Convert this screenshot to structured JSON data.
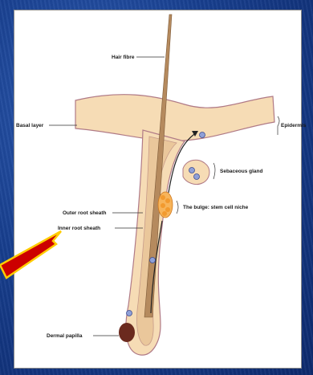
{
  "labels": {
    "hair_fibre": "Hair fibre",
    "basal_layer": "Basal layer",
    "epidermis": "Epidermis",
    "sebaceous_gland": "Sebaceous gland",
    "bulge": "The bulge: stem cell niche",
    "outer_root_sheath": "Outer root sheath",
    "inner_root_sheath": "Inner root sheath",
    "dermal_papilla": "Dermal papilla"
  },
  "colors": {
    "tissue_fill": "#f6dcb5",
    "tissue_stroke": "#b07a86",
    "hair_fill": "#b58a5e",
    "arrow_fill": "#cc0000",
    "stem_cells": "#f29a2e",
    "cell_blue": "#5a6db5",
    "papilla": "#6b2a1e"
  }
}
